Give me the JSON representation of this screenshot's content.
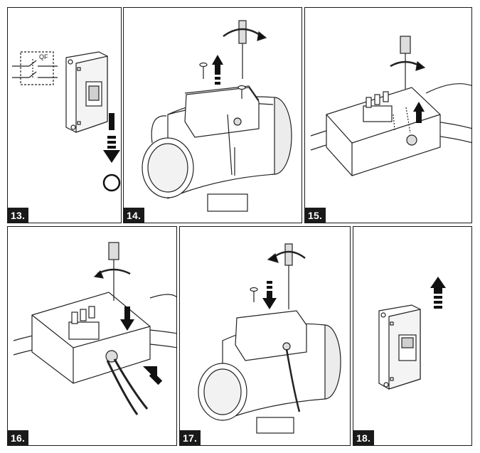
{
  "steps": [
    {
      "label": "13."
    },
    {
      "label": "14."
    },
    {
      "label": "15."
    },
    {
      "label": "16."
    },
    {
      "label": "17."
    },
    {
      "label": "18."
    }
  ],
  "breaker_diagram": {
    "label": "QF"
  }
}
